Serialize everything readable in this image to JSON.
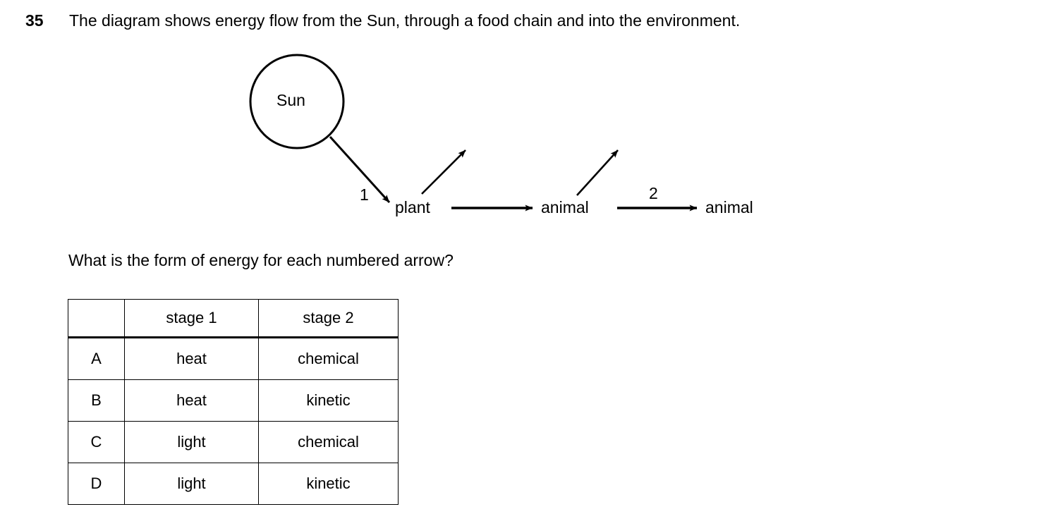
{
  "question": {
    "number": "35",
    "stem": "The diagram shows energy flow from the Sun, through a food chain and into the environment.",
    "sub_question": "What is the form of energy for each numbered arrow?"
  },
  "diagram": {
    "sun_label": "Sun",
    "plant_label": "plant",
    "animal1_label": "animal",
    "animal2_label": "animal",
    "arrow_1_number": "1",
    "arrow_2_number": "2"
  },
  "answer_table": {
    "columns": [
      "",
      "stage 1",
      "stage 2"
    ],
    "rows": [
      {
        "key": "A",
        "stage1": "heat",
        "stage2": "chemical"
      },
      {
        "key": "B",
        "stage1": "heat",
        "stage2": "kinetic"
      },
      {
        "key": "C",
        "stage1": "light",
        "stage2": "chemical"
      },
      {
        "key": "D",
        "stage1": "light",
        "stage2": "kinetic"
      }
    ]
  },
  "colors": {
    "ink": "#000000",
    "paper": "#ffffff"
  }
}
